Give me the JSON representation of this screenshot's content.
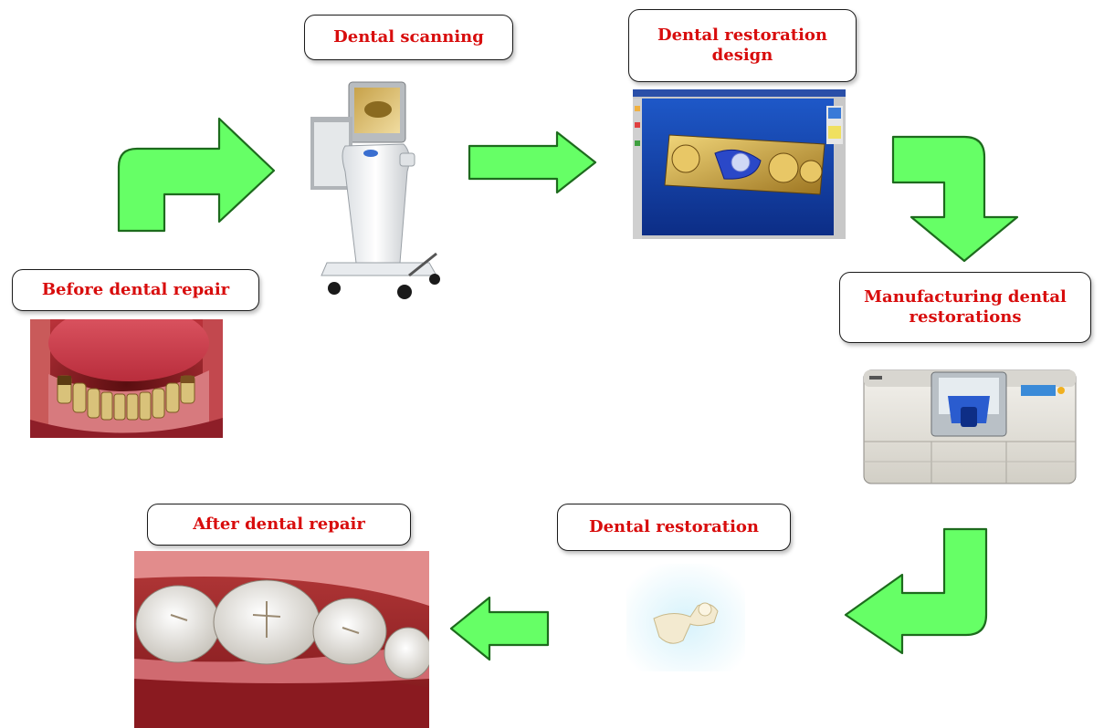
{
  "labels": {
    "before_repair": "Before dental repair",
    "scanning": "Dental scanning",
    "design": "Dental restoration design",
    "manufacturing": "Manufacturing dental restorations",
    "restoration": "Dental restoration",
    "after_repair": "After dental repair"
  },
  "colors": {
    "label_text": "#d80d0d",
    "arrow_fill": "#66ff66",
    "arrow_stroke": "#1d6b1d"
  },
  "images": {
    "before_repair": "photo of worn lower teeth",
    "scanner": "dental scanning unit on cart",
    "design_software": "restoration design software screen",
    "milling_machine": "milling machine",
    "restoration_piece": "ceramic restoration piece",
    "after_repair": "photo of restored molars"
  }
}
